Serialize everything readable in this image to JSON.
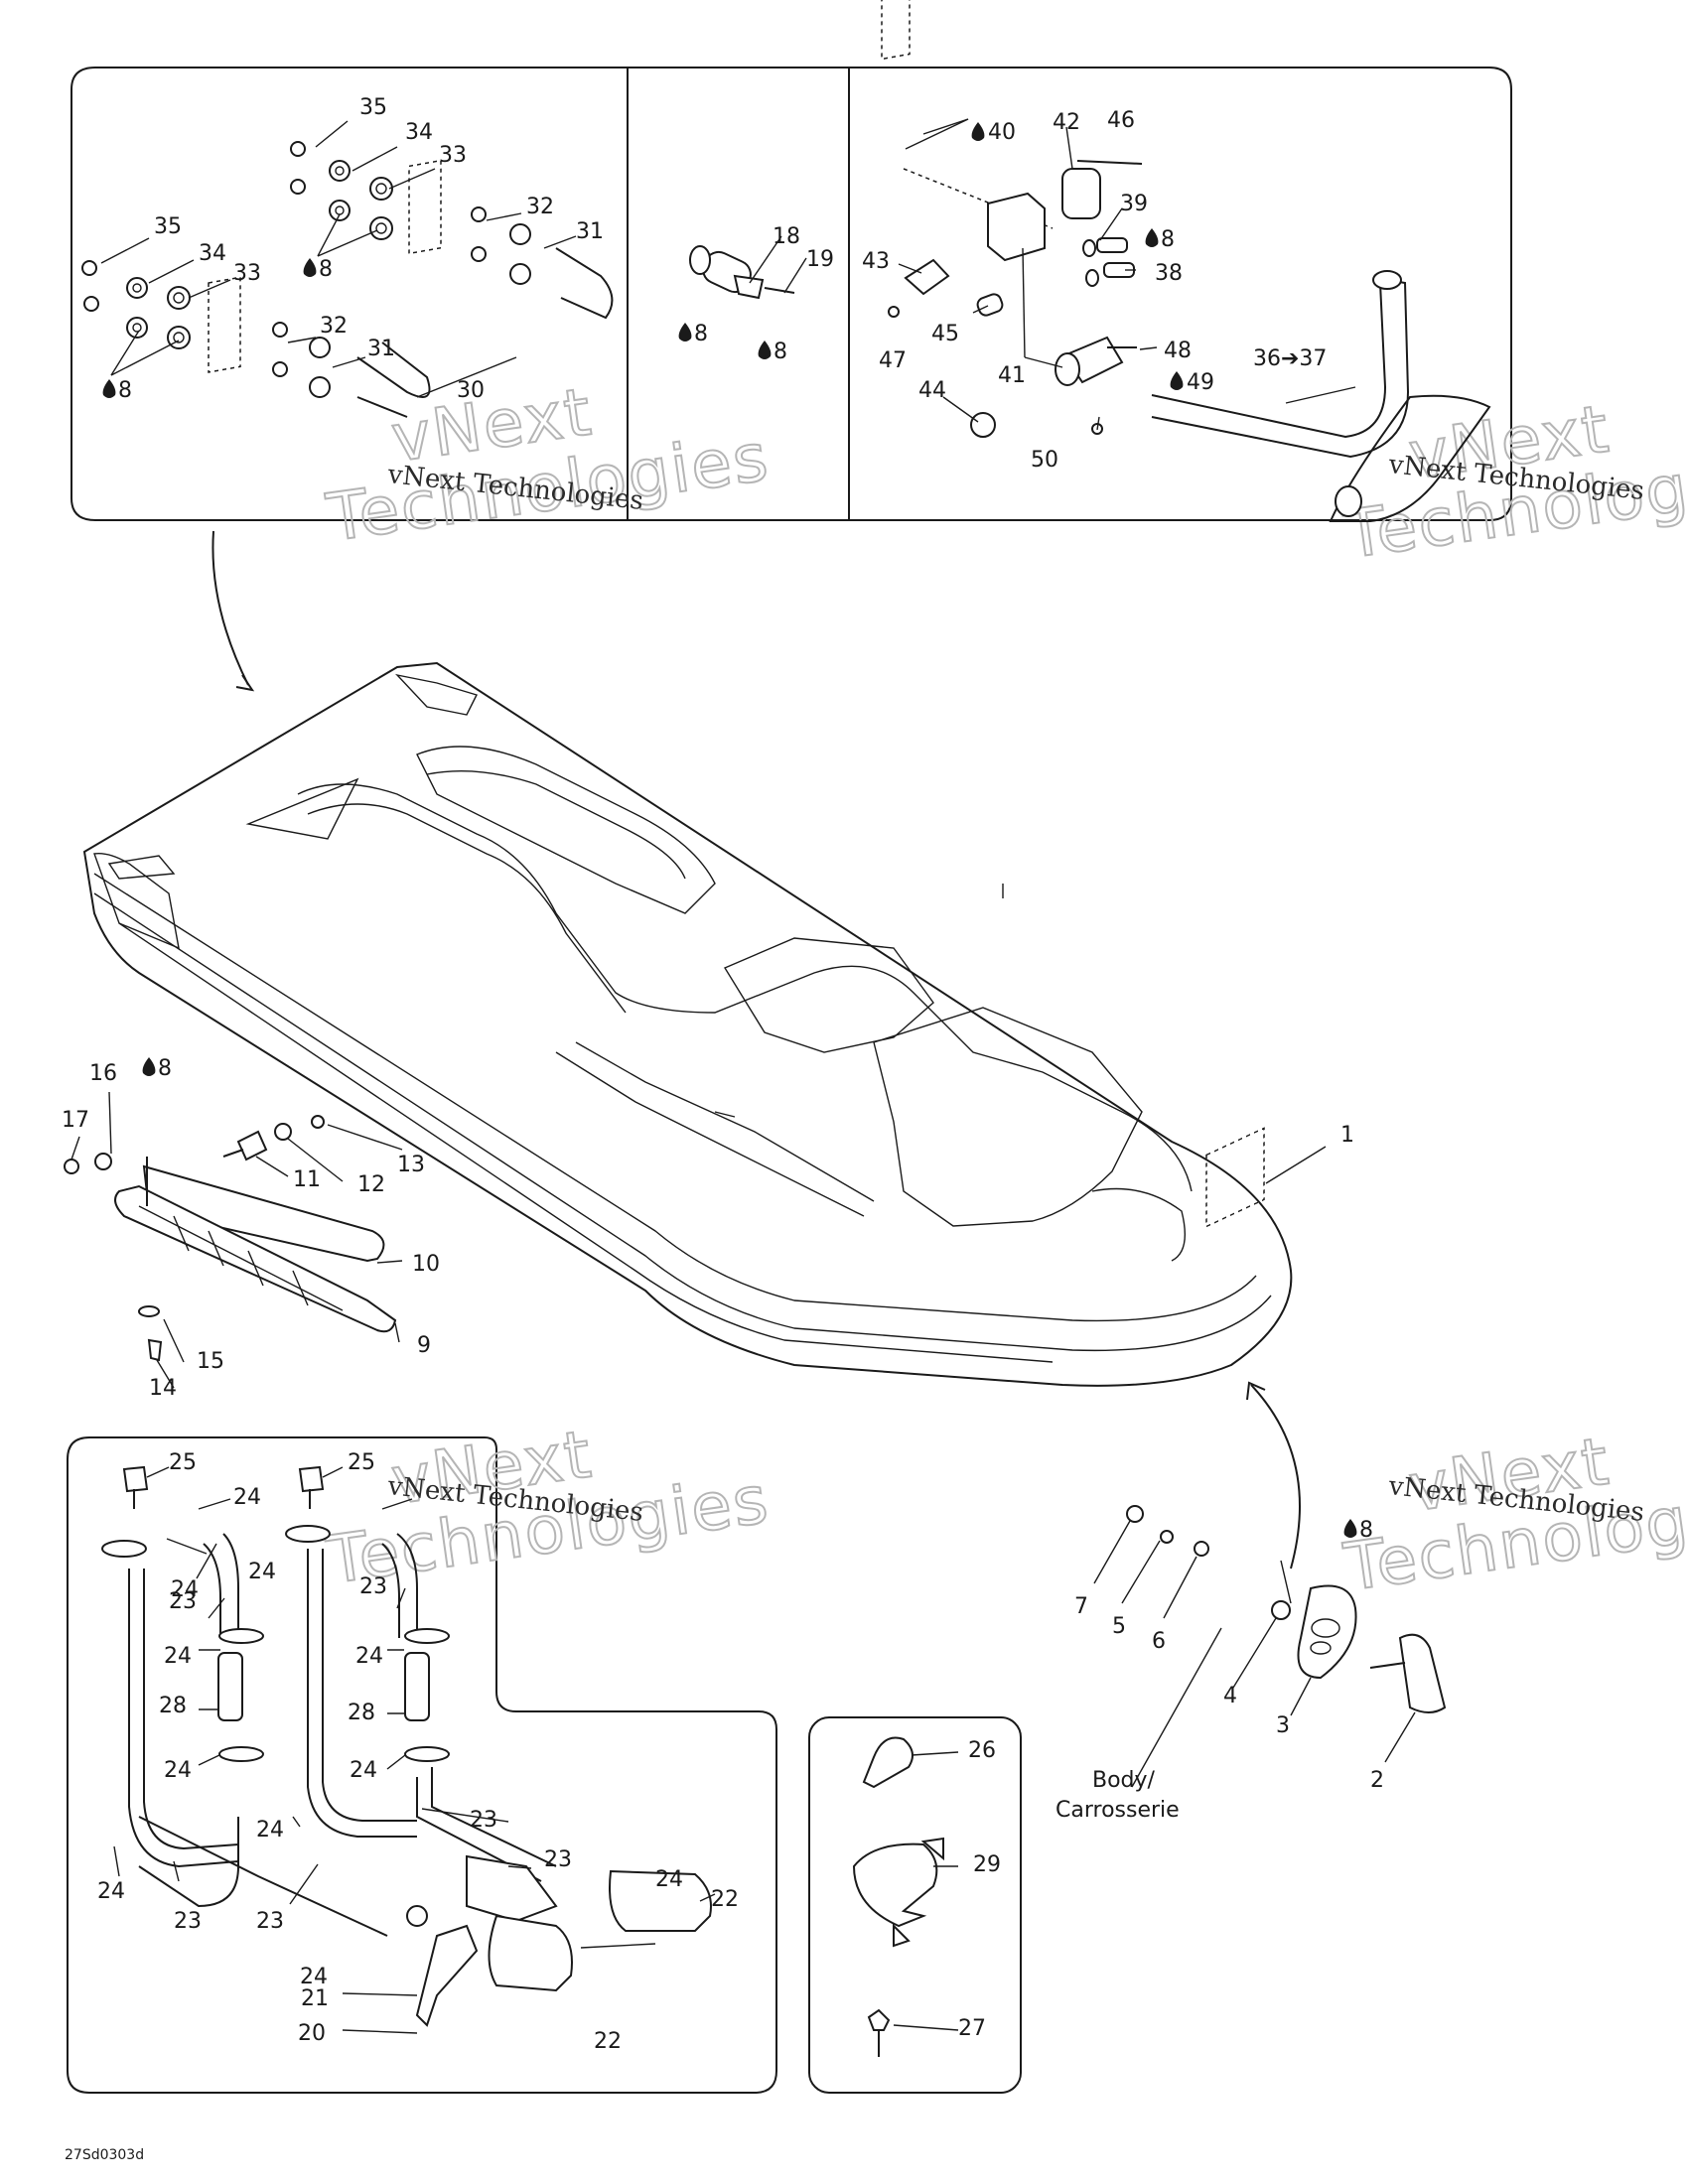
{
  "watermark": {
    "brand_line1": "vNext",
    "brand_line2": "Technologies",
    "text_line": "vNext Technologies"
  },
  "adhesive_label": "8",
  "callouts": [
    "1",
    "2",
    "3",
    "4",
    "5",
    "6",
    "7",
    "9",
    "10",
    "11",
    "12",
    "13",
    "14",
    "15",
    "16",
    "17",
    "18",
    "19",
    "20",
    "21",
    "22",
    "23",
    "24",
    "25",
    "26",
    "27",
    "28",
    "29",
    "30",
    "31",
    "32",
    "33",
    "34",
    "35",
    "36➔37",
    "38",
    "39",
    "40",
    "41",
    "42",
    "43",
    "44",
    "45",
    "46",
    "47",
    "48",
    "49",
    "50"
  ],
  "body_caption": {
    "line1": "Body/",
    "line2": "Carrosserie"
  },
  "drawing_ref": "27Sd0303d"
}
